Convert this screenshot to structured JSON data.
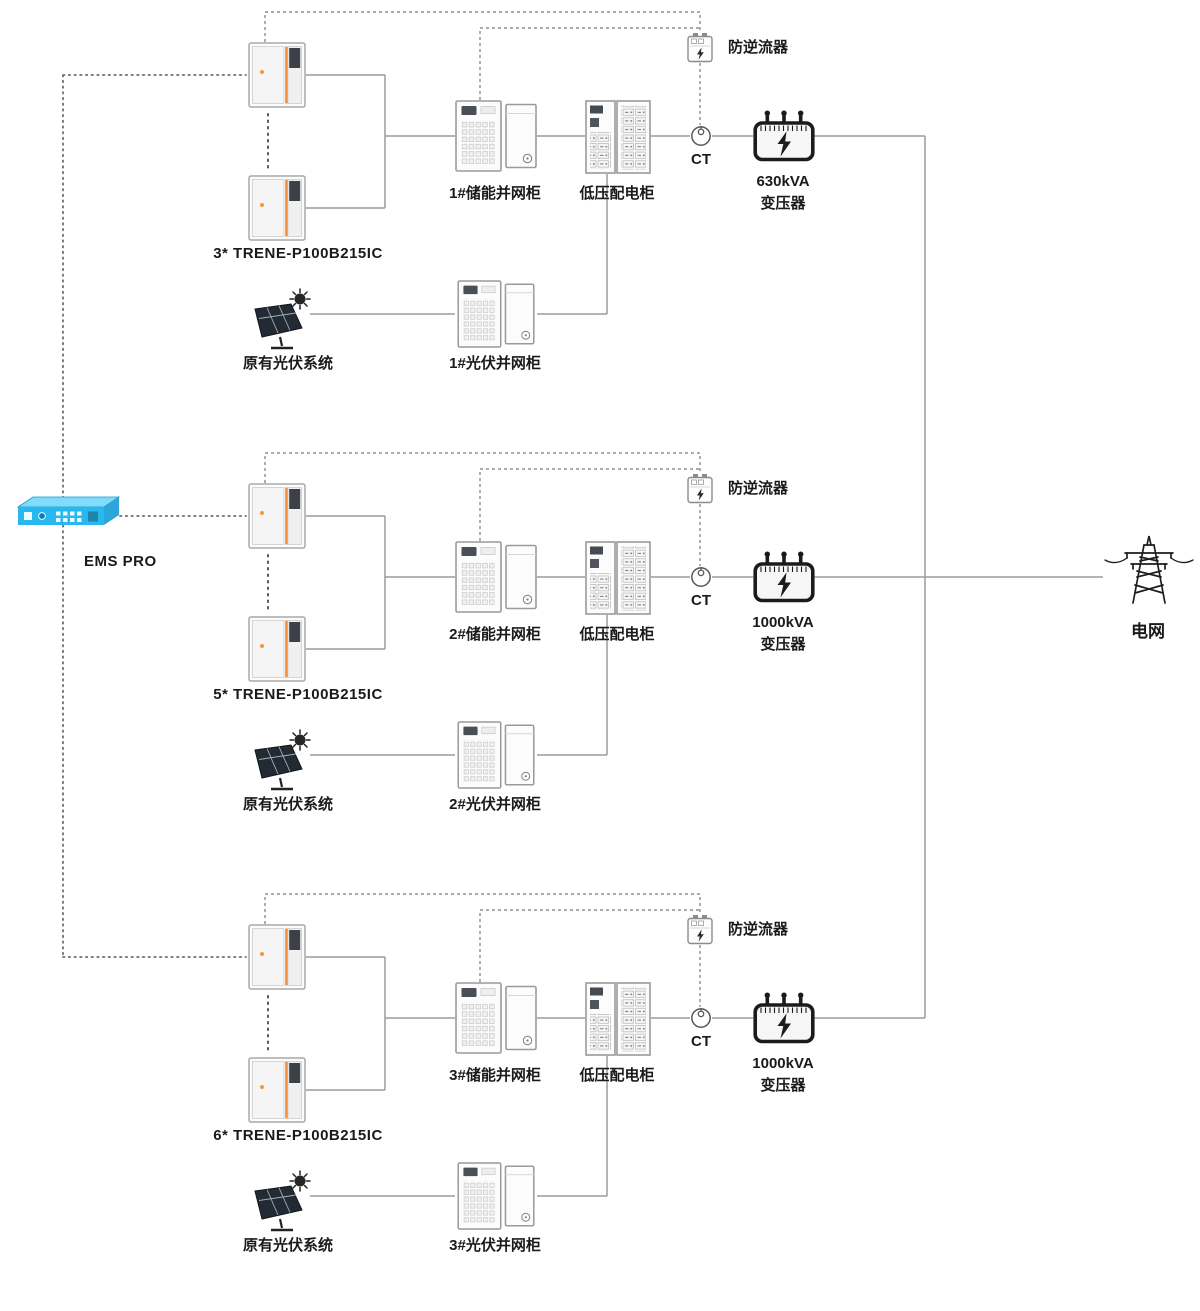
{
  "ems": {
    "label": "EMS PRO"
  },
  "grid": {
    "label": "电网"
  },
  "sections": [
    {
      "battery_label": "3* TRENE-P100B215IC",
      "pv_label": "原有光伏系统",
      "storage_cabinet_label": "1#储能并网柜",
      "lv_cabinet_label": "低压配电柜",
      "pv_cabinet_label": "1#光伏并网柜",
      "anti_reverse_label": "防逆流器",
      "ct_label": "CT",
      "transformer_capacity": "630kVA",
      "transformer_label": "变压器"
    },
    {
      "battery_label": "5* TRENE-P100B215IC",
      "pv_label": "原有光伏系统",
      "storage_cabinet_label": "2#储能并网柜",
      "lv_cabinet_label": "低压配电柜",
      "pv_cabinet_label": "2#光伏并网柜",
      "anti_reverse_label": "防逆流器",
      "ct_label": "CT",
      "transformer_capacity": "1000kVA",
      "transformer_label": "变压器"
    },
    {
      "battery_label": "6* TRENE-P100B215IC",
      "pv_label": "原有光伏系统",
      "storage_cabinet_label": "3#储能并网柜",
      "lv_cabinet_label": "低压配电柜",
      "pv_cabinet_label": "3#光伏并网柜",
      "anti_reverse_label": "防逆流器",
      "ct_label": "CT",
      "transformer_capacity": "1000kVA",
      "transformer_label": "变压器"
    }
  ],
  "colors": {
    "accent_orange": "#ef8b3c",
    "ems_blue": "#29b7ef",
    "line_gray": "#9b9b9b",
    "text_dark": "#1a1a1a"
  }
}
